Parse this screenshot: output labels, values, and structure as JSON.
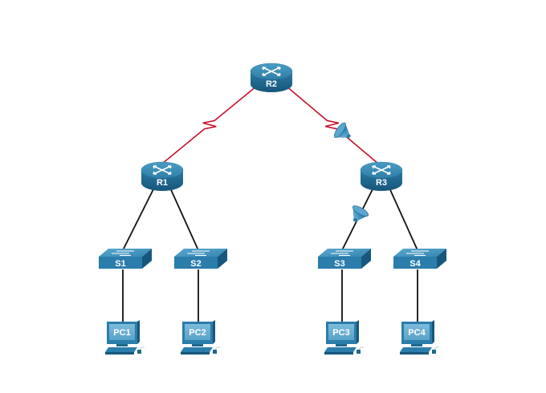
{
  "diagram": {
    "title": "Network Topology",
    "colors": {
      "serial_link": "#c8102e",
      "ethernet_link": "#111111",
      "device_top": "#3a8fb7",
      "device_side": "#1e6a93",
      "pc_screen": "#6fb3d6"
    },
    "devices": [
      {
        "id": "R2",
        "type": "router",
        "label": "R2"
      },
      {
        "id": "R1",
        "type": "router",
        "label": "R1"
      },
      {
        "id": "R3",
        "type": "router",
        "label": "R3"
      },
      {
        "id": "S1",
        "type": "switch",
        "label": "S1"
      },
      {
        "id": "S2",
        "type": "switch",
        "label": "S2"
      },
      {
        "id": "S3",
        "type": "switch",
        "label": "S3"
      },
      {
        "id": "S4",
        "type": "switch",
        "label": "S4"
      },
      {
        "id": "PC1",
        "type": "pc",
        "label": "PC1"
      },
      {
        "id": "PC2",
        "type": "pc",
        "label": "PC2"
      },
      {
        "id": "PC3",
        "type": "pc",
        "label": "PC3"
      },
      {
        "id": "PC4",
        "type": "pc",
        "label": "PC4"
      }
    ],
    "links": [
      {
        "from": "R2",
        "to": "R1",
        "type": "serial"
      },
      {
        "from": "R2",
        "to": "R3",
        "type": "serial",
        "capture_point": true
      },
      {
        "from": "R1",
        "to": "S1",
        "type": "ethernet"
      },
      {
        "from": "R1",
        "to": "S2",
        "type": "ethernet"
      },
      {
        "from": "R3",
        "to": "S3",
        "type": "ethernet",
        "capture_point": true
      },
      {
        "from": "R3",
        "to": "S4",
        "type": "ethernet"
      },
      {
        "from": "S1",
        "to": "PC1",
        "type": "ethernet"
      },
      {
        "from": "S2",
        "to": "PC2",
        "type": "ethernet"
      },
      {
        "from": "S3",
        "to": "PC3",
        "type": "ethernet"
      },
      {
        "from": "S4",
        "to": "PC4",
        "type": "ethernet"
      }
    ]
  }
}
